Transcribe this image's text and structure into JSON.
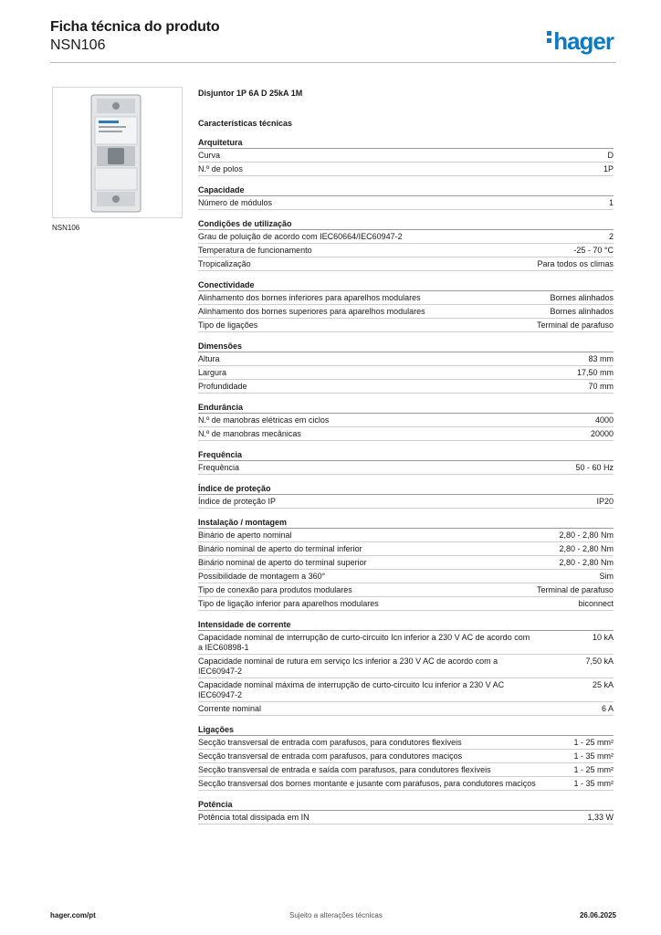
{
  "header": {
    "title": "Ficha técnica do produto",
    "subtitle": "NSN106",
    "logo": "hager"
  },
  "image": {
    "caption": "NSN106"
  },
  "product": {
    "description": "Disjuntor 1P 6A D 25kA 1M",
    "section_title": "Características técnicas"
  },
  "groups": [
    {
      "title": "Arquitetura",
      "rows": [
        {
          "k": "Curva",
          "v": "D"
        },
        {
          "k": "N.º de polos",
          "v": "1P"
        }
      ]
    },
    {
      "title": "Capacidade",
      "rows": [
        {
          "k": "Número de módulos",
          "v": "1"
        }
      ]
    },
    {
      "title": "Condições de utilização",
      "rows": [
        {
          "k": "Grau de poluição de acordo com IEC60664/IEC60947-2",
          "v": "2"
        },
        {
          "k": "Temperatura de funcionamento",
          "v": "-25 - 70 °C"
        },
        {
          "k": "Tropicalização",
          "v": "Para todos os climas"
        }
      ]
    },
    {
      "title": "Conectividade",
      "rows": [
        {
          "k": "Alinhamento dos bornes inferiores para aparelhos modulares",
          "v": "Bornes alinhados"
        },
        {
          "k": "Alinhamento dos bornes superiores para aparelhos modulares",
          "v": "Bornes alinhados"
        },
        {
          "k": "Tipo de ligações",
          "v": "Terminal de parafuso"
        }
      ]
    },
    {
      "title": "Dimensões",
      "rows": [
        {
          "k": "Altura",
          "v": "83 mm"
        },
        {
          "k": "Largura",
          "v": "17,50 mm"
        },
        {
          "k": "Profundidade",
          "v": "70 mm"
        }
      ]
    },
    {
      "title": "Endurância",
      "rows": [
        {
          "k": "N.º de manobras elétricas em ciclos",
          "v": "4000"
        },
        {
          "k": "N.º de manobras mecânicas",
          "v": "20000"
        }
      ]
    },
    {
      "title": "Frequência",
      "rows": [
        {
          "k": "Frequência",
          "v": "50 - 60 Hz"
        }
      ]
    },
    {
      "title": "Índice de proteção",
      "rows": [
        {
          "k": "Índice de proteção IP",
          "v": "IP20"
        }
      ]
    },
    {
      "title": "Instalação / montagem",
      "rows": [
        {
          "k": "Binário de aperto nominal",
          "v": "2,80 - 2,80 Nm"
        },
        {
          "k": "Binário nominal de aperto do terminal inferior",
          "v": "2,80 - 2,80 Nm"
        },
        {
          "k": "Binário nominal de aperto do terminal superior",
          "v": "2,80 - 2,80 Nm"
        },
        {
          "k": "Possibilidade de montagem a 360°",
          "v": "Sim"
        },
        {
          "k": "Tipo de conexão para produtos modulares",
          "v": "Terminal de parafuso"
        },
        {
          "k": "Tipo de ligação inferior para aparelhos modulares",
          "v": "biconnect"
        }
      ]
    },
    {
      "title": "Intensidade de corrente",
      "rows": [
        {
          "k": "Capacidade nominal de interrupção de curto-circuito Icn inferior a 230 V AC de acordo com a IEC60898-1",
          "v": "10 kA"
        },
        {
          "k": "Capacidade nominal de rutura em serviço Ics inferior a 230 V AC de acordo com a IEC60947-2",
          "v": "7,50 kA"
        },
        {
          "k": "Capacidade nominal máxima de interrupção de curto-circuito Icu inferior a 230 V AC IEC60947-2",
          "v": "25 kA"
        },
        {
          "k": "Corrente nominal",
          "v": "6 A"
        }
      ]
    },
    {
      "title": "Ligações",
      "rows": [
        {
          "k": "Secção transversal de entrada com parafusos, para condutores flexíveis",
          "v": "1 - 25 mm²"
        },
        {
          "k": "Secção transversal de entrada com parafusos, para condutores maciços",
          "v": "1 - 35 mm²"
        },
        {
          "k": "Secção transversal de entrada e saída com parafusos, para condutores flexíveis",
          "v": "1 - 25 mm²"
        },
        {
          "k": "Secção transversal dos bornes montante e jusante com parafusos, para condutores maciços",
          "v": "1 - 35 mm²"
        }
      ]
    },
    {
      "title": "Potência",
      "rows": [
        {
          "k": "Potência total dissipada em IN",
          "v": "1,33 W"
        }
      ]
    }
  ],
  "footer": {
    "website": "hager.com/pt",
    "notice": "Sujeito a alterações técnicas",
    "date": "26.06.2025"
  }
}
